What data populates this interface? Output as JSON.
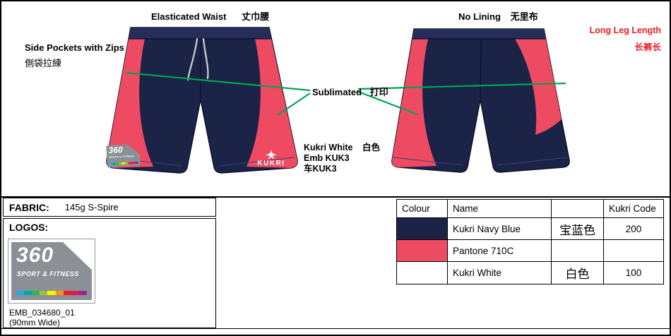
{
  "colors": {
    "navy": "#1b2347",
    "navy_band": "#252d58",
    "red": "#ee4b62",
    "green_line": "#00a550",
    "red_text": "#ed1c24",
    "logo_grey": "#8b9096"
  },
  "annotations": {
    "elasticated_waist_en": "Elasticated Waist",
    "elasticated_waist_zh": "丈巾腰",
    "no_lining_en": "No Lining",
    "no_lining_zh": "无里布",
    "long_leg_length_en": "Long Leg Length",
    "long_leg_length_zh": "长裤长",
    "side_pockets_en": "Side Pockets with Zips",
    "side_pockets_zh": "側袋拉練",
    "sublimated_en": "Sublimated",
    "sublimated_zh": "打印",
    "kukri_white_en": "Kukri White",
    "kukri_white_zh": "白色",
    "emb_line": "Emb KUK3",
    "emb_line_zh": "车KUK3"
  },
  "garment": {
    "kukri_logo_text": "KUKRI",
    "badge_number": "360",
    "badge_sub": "SPORT & FITNESS"
  },
  "fabric": {
    "label": "FABRIC:",
    "value": "145g S-Spire"
  },
  "logos_panel": {
    "label": "LOGOS:",
    "logo_number": "360",
    "logo_sub": "SPORT & FITNESS",
    "file_name": "EMB_034680_01",
    "width_note": "(90mm Wide)"
  },
  "logo_stripes": [
    "#27aae1",
    "#00a79d",
    "#39b54a",
    "#8dc63f",
    "#fff200",
    "#f7941d",
    "#ed1c24",
    "#d91c5c",
    "#92278f"
  ],
  "color_table": {
    "headers": [
      "Colour",
      "Name",
      "",
      "Kukri Code"
    ],
    "rows": [
      {
        "name": "Kukri Navy Blue",
        "zh": "宝蓝色",
        "code": "200",
        "swatch": "#1b2347"
      },
      {
        "name": "Pantone 710C",
        "zh": "",
        "code": "",
        "swatch": "#ee4b62"
      },
      {
        "name": "Kukri White",
        "zh": "白色",
        "code": "100",
        "swatch": "#ffffff"
      }
    ]
  }
}
